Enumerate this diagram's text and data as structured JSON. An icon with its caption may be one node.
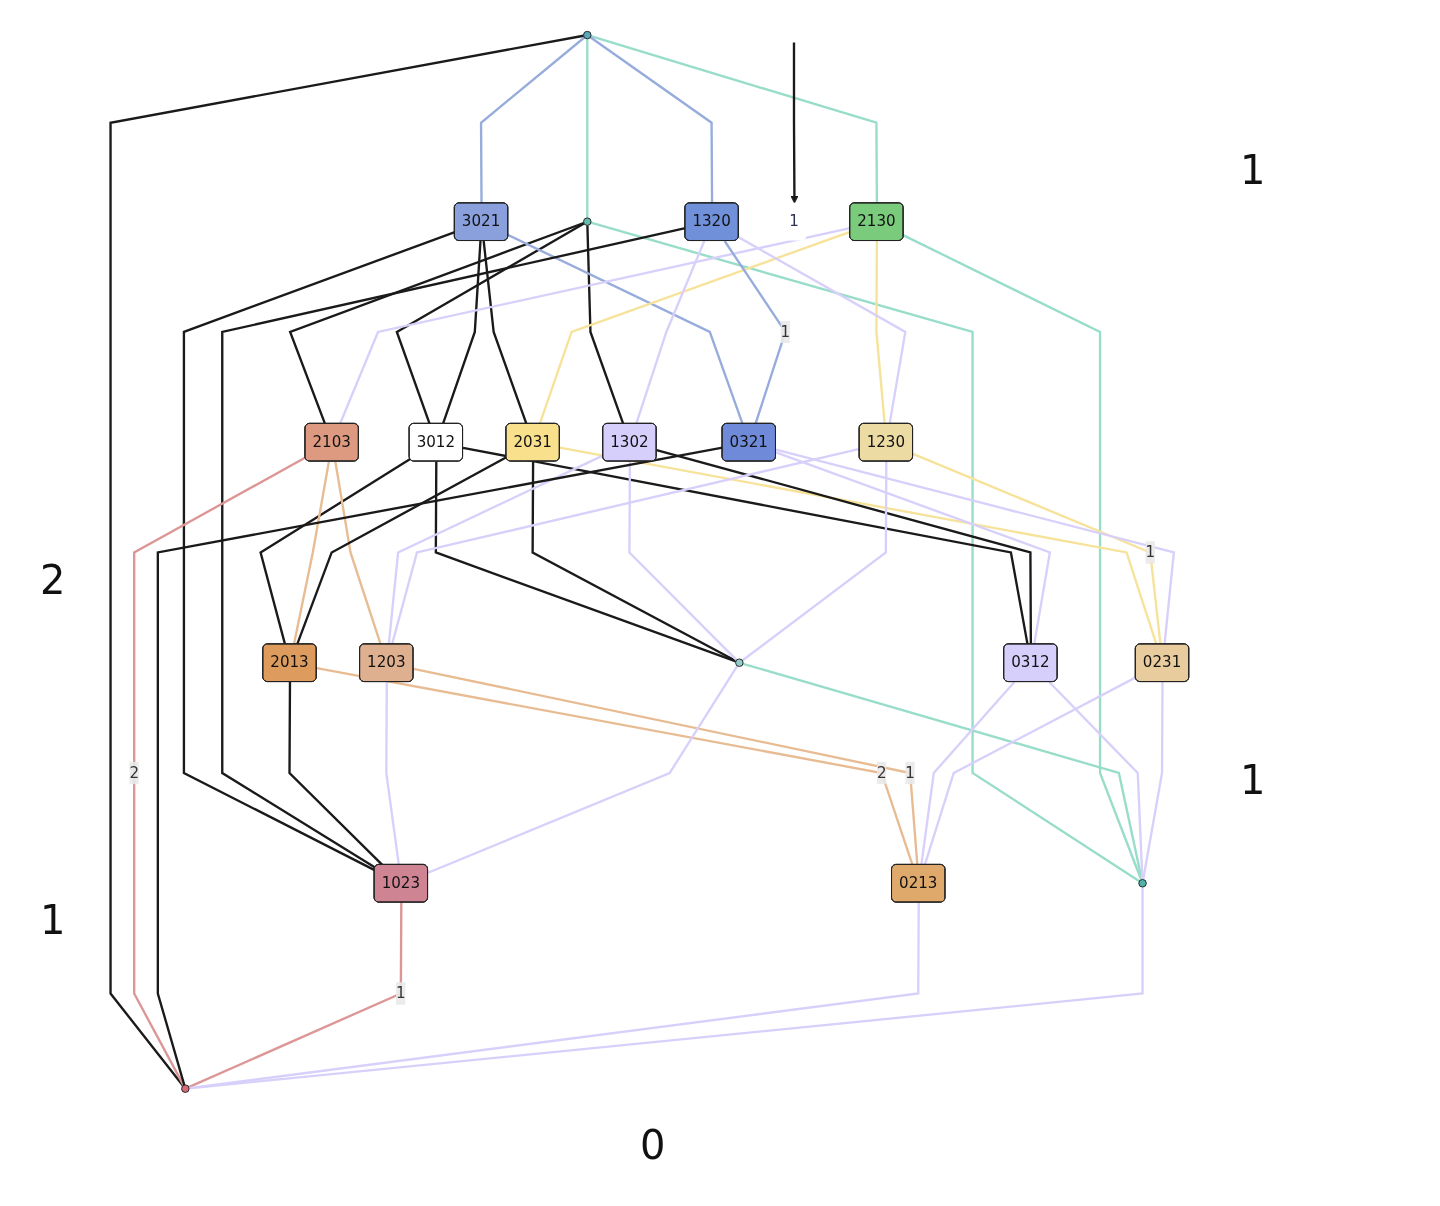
{
  "diagram": {
    "nodes": [
      {
        "text": [],
        "shape": "circle"
      },
      {
        "text": [],
        "shape": "circle"
      },
      {
        "text": [
          "3021"
        ]
      },
      {
        "text": [
          "2130"
        ]
      },
      {
        "text": [
          "1320"
        ]
      },
      {
        "text": [
          "3012"
        ]
      },
      {
        "text": [
          "2103"
        ]
      },
      {
        "text": [
          "2031"
        ]
      },
      {
        "text": [
          "1302"
        ]
      },
      {
        "text": [
          "1230"
        ]
      },
      {
        "text": [
          "0321"
        ]
      },
      {
        "text": [
          "2013"
        ]
      },
      {
        "text": [
          "1203"
        ]
      },
      {
        "text": [],
        "shape": "circle"
      },
      {
        "text": [
          "0312"
        ]
      },
      {
        "text": [
          "0231"
        ]
      },
      {
        "text": [
          "1023"
        ]
      },
      {
        "text": [
          "0213"
        ]
      },
      {
        "text": [],
        "shape": "circle"
      },
      {
        "text": [],
        "shape": "circle"
      },
      {
        "text": [
          "1"
        ]
      }
    ],
    "edges": [
      {
        "from": 0,
        "to": 1,
        "arrow": "none",
        "color": "#98dcca"
      },
      {
        "from": 0,
        "to": 2,
        "arrow": "none",
        "color": "#97acdc"
      },
      {
        "from": 0,
        "to": 3,
        "arrow": "none",
        "color": "#98dcca"
      },
      {
        "from": 0,
        "to": 4,
        "arrow": "none",
        "color": "#97acdc"
      },
      {
        "from": 0,
        "to": 19,
        "arrow": "none"
      },
      {
        "from": 1,
        "to": 5,
        "arrow": "none"
      },
      {
        "from": 1,
        "to": 6,
        "arrow": "none"
      },
      {
        "from": 1,
        "to": 8,
        "arrow": "none"
      },
      {
        "from": 1,
        "to": 18,
        "arrow": "none",
        "color": "#98dcca"
      },
      {
        "from": 2,
        "to": 5,
        "arrow": "none"
      },
      {
        "from": 2,
        "to": 7,
        "arrow": "none"
      },
      {
        "from": 2,
        "to": 10,
        "arrow": "none",
        "color": "#97acdc"
      },
      {
        "from": 2,
        "to": 16,
        "arrow": "none"
      },
      {
        "from": 3,
        "to": 6,
        "arrow": "none",
        "color": "#d8d0fa"
      },
      {
        "from": 3,
        "to": 7,
        "arrow": "none",
        "color": "#f7e29a"
      },
      {
        "from": 3,
        "to": 9,
        "arrow": "none",
        "color": "#f7e29a"
      },
      {
        "from": 3,
        "to": 18,
        "arrow": "none",
        "color": "#98dcca"
      },
      {
        "from": 4,
        "to": 8,
        "arrow": "none",
        "color": "#d8d0fa"
      },
      {
        "from": 4,
        "to": 9,
        "arrow": "none",
        "color": "#d8d0fa"
      },
      {
        "from": 4,
        "to": 10,
        "label": "1",
        "arrow": "none",
        "color": "#97acdc"
      },
      {
        "from": 4,
        "to": 16,
        "arrow": "none"
      },
      {
        "from": 5,
        "to": 11,
        "arrow": "none"
      },
      {
        "from": 5,
        "to": 13,
        "arrow": "none"
      },
      {
        "from": 5,
        "to": 14,
        "arrow": "none"
      },
      {
        "from": 6,
        "to": 11,
        "arrow": "none",
        "color": "#e8bc93"
      },
      {
        "from": 6,
        "to": 12,
        "arrow": "none",
        "color": "#e8bc93"
      },
      {
        "from": 6,
        "to": 19,
        "label": "2",
        "arrow": "none",
        "color": "#dd9696"
      },
      {
        "from": 7,
        "to": 11,
        "arrow": "none"
      },
      {
        "from": 7,
        "to": 13,
        "arrow": "none"
      },
      {
        "from": 7,
        "to": 15,
        "arrow": "none",
        "color": "#f7e29a"
      },
      {
        "from": 8,
        "to": 12,
        "arrow": "none",
        "color": "#d8d0fa"
      },
      {
        "from": 8,
        "to": 13,
        "arrow": "none",
        "color": "#d8d0fa"
      },
      {
        "from": 8,
        "to": 14,
        "arrow": "none"
      },
      {
        "from": 9,
        "to": 12,
        "arrow": "none",
        "color": "#d8d0fa"
      },
      {
        "from": 9,
        "to": 13,
        "arrow": "none",
        "color": "#d8d0fa"
      },
      {
        "from": 9,
        "to": 15,
        "label": "1",
        "arrow": "none",
        "color": "#f7e29a"
      },
      {
        "from": 10,
        "to": 14,
        "arrow": "none",
        "color": "#d8d0fa"
      },
      {
        "from": 10,
        "to": 15,
        "arrow": "none",
        "color": "#d8d0fa"
      },
      {
        "from": 10,
        "to": 19,
        "arrow": "none"
      },
      {
        "from": 11,
        "to": 16,
        "arrow": "none"
      },
      {
        "from": 11,
        "to": 17,
        "label": "2",
        "arrow": "none",
        "color": "#e8bc93"
      },
      {
        "from": 12,
        "to": 16,
        "arrow": "none",
        "color": "#d8d0fa"
      },
      {
        "from": 12,
        "to": 17,
        "label": "1",
        "arrow": "none",
        "color": "#e8bc93"
      },
      {
        "from": 13,
        "to": 16,
        "arrow": "none",
        "color": "#d8d0fa"
      },
      {
        "from": 13,
        "to": 18,
        "arrow": "none",
        "color": "#98dcca"
      },
      {
        "from": 14,
        "to": 17,
        "arrow": "none",
        "color": "#d8d0fa"
      },
      {
        "from": 14,
        "to": 18,
        "arrow": "none",
        "color": "#d8d0fa"
      },
      {
        "from": 15,
        "to": 17,
        "arrow": "none",
        "color": "#d8d0fa"
      },
      {
        "from": 15,
        "to": 18,
        "arrow": "none",
        "color": "#d8d0fa"
      },
      {
        "from": 16,
        "to": 19,
        "label": "1",
        "arrow": "none",
        "color": "#dd9696"
      },
      {
        "from": 17,
        "to": 19,
        "arrow": "none",
        "color": "#d8d0fa"
      },
      {
        "from": 18,
        "to": 19,
        "arrow": "none",
        "color": "#d8d0fa"
      },
      {
        "from": null,
        "to": 20,
        "arrow": "to"
      }
    ],
    "labels": [
      "1",
      "2",
      "1",
      "1",
      "0"
    ]
  }
}
